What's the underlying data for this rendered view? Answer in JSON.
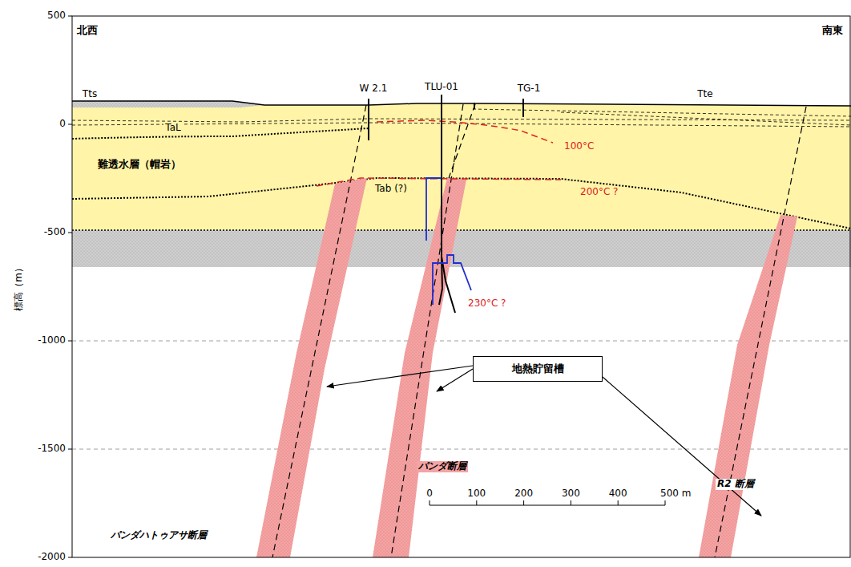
{
  "diagram": {
    "nodes": [
      {
        "text": [
          "地熱貯留槽"
        ]
      }
    ],
    "labels": [
      "北西",
      "南東",
      "Tts",
      "W 2.1",
      "TLU-01",
      "TG-1",
      "Tte",
      "TaL",
      "難透水層（帽岩）",
      "Tab (?)",
      "100°C",
      "200°C ?",
      "230°C ?",
      "パンダ断層",
      "R2 断層",
      "パンダハトゥアサ断層",
      "500",
      "0",
      "-500",
      "-1000",
      "-1500",
      "-2000",
      "標高（m）",
      "0",
      "100",
      "200",
      "300",
      "400",
      "500 m"
    ]
  }
}
